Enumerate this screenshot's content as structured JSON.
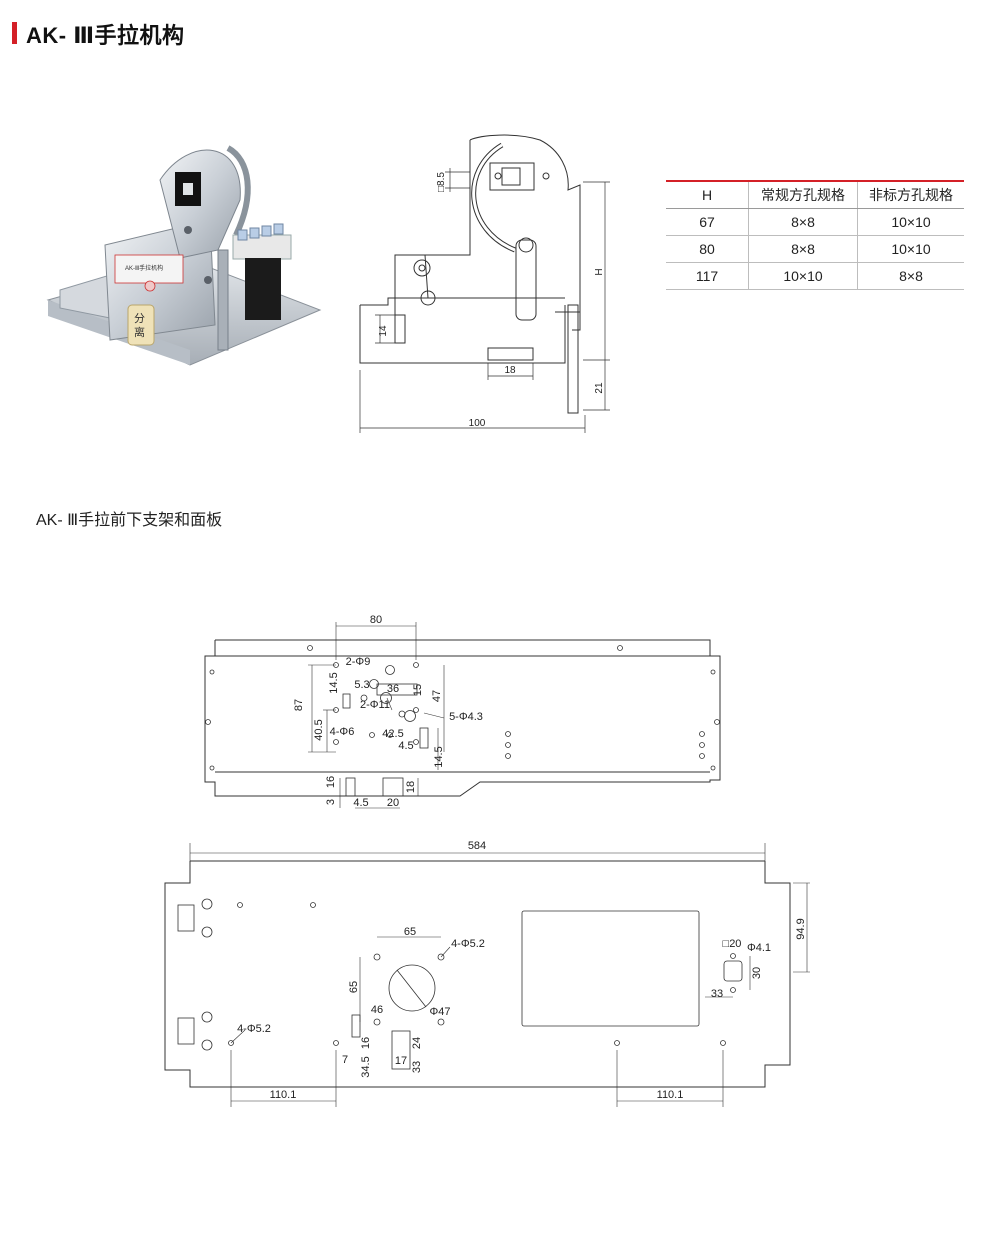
{
  "header": {
    "title": "AK- Ⅲ手拉机构"
  },
  "section2": {
    "title": "AK- Ⅲ手拉前下支架和面板"
  },
  "photo": {
    "label_separate": "分\n离",
    "label_plate": "AK-Ⅲ手拉机构"
  },
  "side_view": {
    "dims": {
      "sq": "□8.5",
      "h": "H",
      "d14": "14",
      "d18": "18",
      "d21": "21",
      "d100": "100"
    }
  },
  "spec_table": {
    "headers": [
      "H",
      "常规方孔规格",
      "非标方孔规格"
    ],
    "rows": [
      [
        "67",
        "8×8",
        "10×10"
      ],
      [
        "80",
        "8×8",
        "10×10"
      ],
      [
        "117",
        "10×10",
        "8×8"
      ]
    ]
  },
  "bracket": {
    "dims": {
      "d80": "80",
      "d2phi9": "2-Φ9",
      "d14_5a": "14.5",
      "d5_3": "5.3",
      "d36": "36",
      "d15": "15",
      "d47": "47",
      "d87": "87",
      "d2phi11": "2-Φ11",
      "d5phi43": "5-Φ4.3",
      "d40_5": "40.5",
      "d4phi6": "4-Φ6",
      "d42_5": "42.5",
      "d4_5a": "4.5",
      "d14_5b": "14.5",
      "d16": "16",
      "d18": "18",
      "d3": "3",
      "d4_5b": "4.5",
      "d20": "20"
    }
  },
  "panel": {
    "dims": {
      "d584": "584",
      "d65a": "65",
      "d4phi52a": "4-Φ5.2",
      "d20": "□20",
      "d4_1": "Φ4.1",
      "d94_9": "94.9",
      "d30": "30",
      "d65b": "65",
      "d46": "46",
      "d47": "Φ47",
      "d33": "33",
      "d4phi52b": "4-Φ5.2",
      "d7": "7",
      "d34_5": "34.5",
      "d16": "16",
      "d17": "17",
      "d24": "24",
      "d33b": "33",
      "d110a": "110.1",
      "d110b": "110.1"
    }
  },
  "colors": {
    "accent": "#d42027",
    "line": "#333333",
    "table_line": "#bdbdbd"
  }
}
